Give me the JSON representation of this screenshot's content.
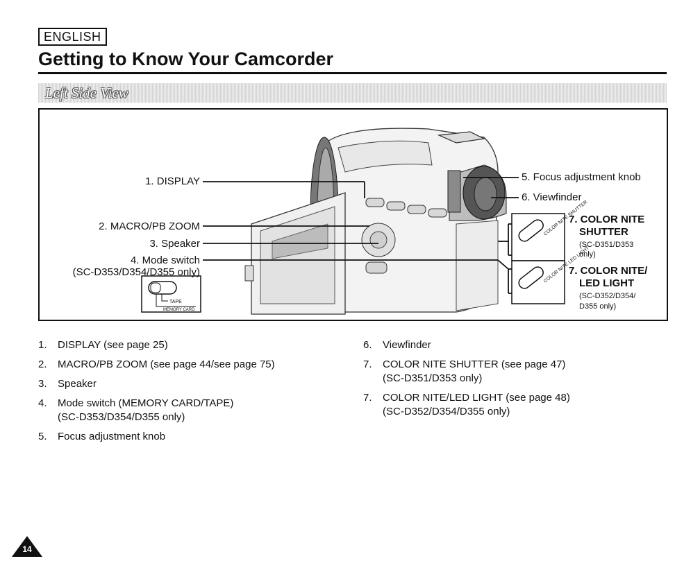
{
  "header": {
    "language": "ENGLISH",
    "title": "Getting to Know Your Camcorder"
  },
  "section": {
    "label": "Left Side View"
  },
  "figure": {
    "callouts": {
      "display": "1. DISPLAY",
      "macro": "2. MACRO/PB ZOOM",
      "speaker": "3. Speaker",
      "mode_switch": "4. Mode switch",
      "mode_switch_models": "(SC-D353/D354/D355 only)",
      "focus_knob": "5. Focus adjustment knob",
      "viewfinder": "6. Viewfinder",
      "nite_shutter_line1": "7. COLOR NITE",
      "nite_shutter_line2": "SHUTTER",
      "nite_shutter_models_1": "(SC-D351/D353",
      "nite_shutter_models_2": "only)",
      "nite_led_line1": "7. COLOR NITE/",
      "nite_led_line2": "LED LIGHT",
      "nite_led_models_1": "(SC-D352/D354/",
      "nite_led_models_2": "D355 only)"
    },
    "switch_labels": {
      "tape": "TAPE",
      "memory_card": "MEMORY CARD"
    },
    "button_labels": {
      "nite_shutter": "COLOR NITE SHUTTER",
      "nite_led": "COLOR NITE LED LIGHT"
    }
  },
  "list_left": [
    {
      "num": "1.",
      "text": "DISPLAY (see page 25)"
    },
    {
      "num": "2.",
      "text": "MACRO/PB ZOOM (see page 44/see page 75)"
    },
    {
      "num": "3.",
      "text": "Speaker"
    },
    {
      "num": "4.",
      "text": "Mode switch (MEMORY CARD/TAPE)",
      "sub": "(SC-D353/D354/D355 only)"
    },
    {
      "num": "5.",
      "text": "Focus adjustment knob"
    }
  ],
  "list_right": [
    {
      "num": "6.",
      "text": "Viewfinder"
    },
    {
      "num": "7.",
      "text": "COLOR NITE SHUTTER (see page 47)",
      "sub": "(SC-D351/D353 only)"
    },
    {
      "num": "7.",
      "text": "COLOR NITE/LED LIGHT (see page 48)",
      "sub": "(SC-D352/D354/D355 only)"
    }
  ],
  "footer": {
    "page_number": "14"
  }
}
